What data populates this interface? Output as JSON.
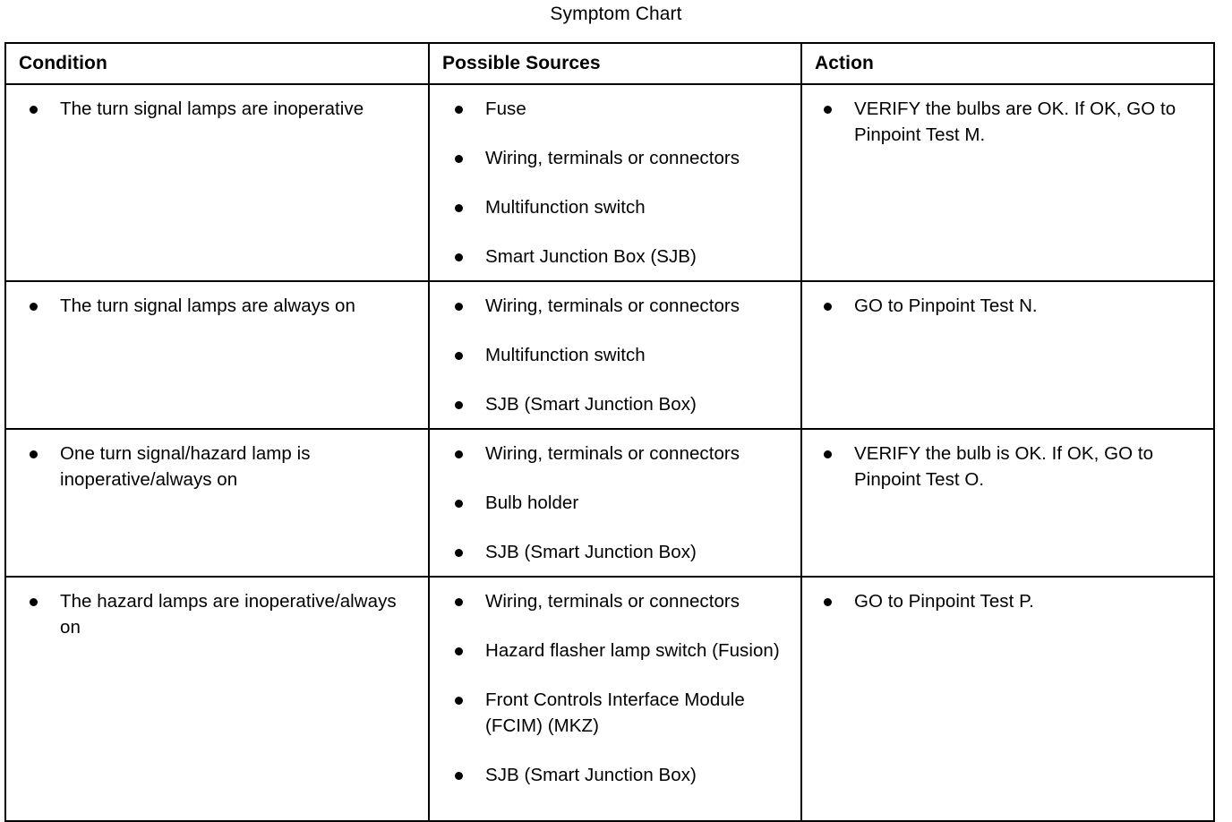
{
  "title": "Symptom Chart",
  "table": {
    "columns": [
      "Condition",
      "Possible Sources",
      "Action"
    ],
    "rows": [
      {
        "condition": [
          "The turn signal lamps are inoperative"
        ],
        "sources": [
          "Fuse",
          "Wiring, terminals or connectors",
          "Multifunction switch",
          "Smart Junction Box (SJB)"
        ],
        "action": [
          "VERIFY the bulbs are OK. If OK, GO to Pinpoint Test M."
        ]
      },
      {
        "condition": [
          "The turn signal lamps are always on"
        ],
        "sources": [
          "Wiring, terminals or connectors",
          "Multifunction switch",
          "SJB (Smart Junction Box)"
        ],
        "action": [
          "GO to Pinpoint Test N."
        ]
      },
      {
        "condition": [
          "One turn signal/hazard lamp is inoperative/always on"
        ],
        "sources": [
          "Wiring, terminals or connectors",
          "Bulb holder",
          "SJB (Smart Junction Box)"
        ],
        "action": [
          "VERIFY the bulb is OK. If OK, GO to Pinpoint Test O."
        ]
      },
      {
        "condition": [
          "The hazard lamps are inoperative/always on"
        ],
        "sources": [
          "Wiring, terminals or connectors",
          "Hazard flasher lamp switch (Fusion)",
          "Front Controls Interface Module (FCIM) (MKZ)",
          "SJB (Smart Junction Box)"
        ],
        "action": [
          "GO to Pinpoint Test P."
        ]
      }
    ]
  },
  "colors": {
    "background": "#ffffff",
    "text": "#000000",
    "border": "#000000"
  }
}
